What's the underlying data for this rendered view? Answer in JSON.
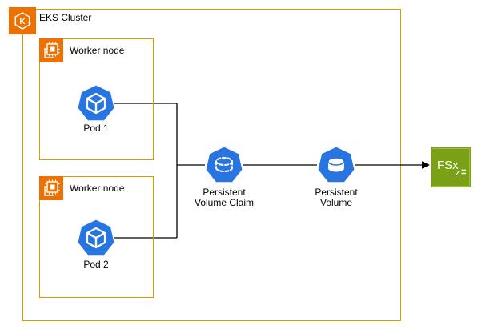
{
  "diagram": {
    "cluster": {
      "label": "EKS Cluster",
      "icon_letter": "K"
    },
    "worker_nodes": [
      {
        "label": "Worker node",
        "pod": {
          "label": "Pod 1"
        }
      },
      {
        "label": "Worker node",
        "pod": {
          "label": "Pod 2"
        }
      }
    ],
    "pvc": {
      "label_line1": "Persistent",
      "label_line2": "Volume Claim"
    },
    "pv": {
      "label_line1": "Persistent",
      "label_line2": "Volume"
    },
    "fsx": {
      "label": "FSx",
      "sub_label": "z"
    }
  },
  "colors": {
    "border-orange": "#D79B00",
    "aws-orange": "#ED7100",
    "k8s-blue": "#2875E2",
    "fsx-green": "#7AA116",
    "wire-black": "#000000"
  }
}
